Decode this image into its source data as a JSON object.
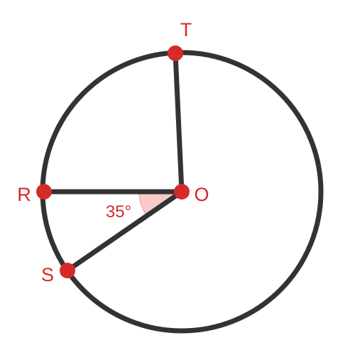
{
  "colors": {
    "stroke": "#333333",
    "point": "#d42a2a",
    "angle_fill": "#f5b8b8",
    "label": "#d42a2a"
  },
  "points": {
    "T": "T",
    "R": "R",
    "O": "O",
    "S": "S"
  },
  "angle": {
    "label": "35°",
    "degrees": 35
  }
}
